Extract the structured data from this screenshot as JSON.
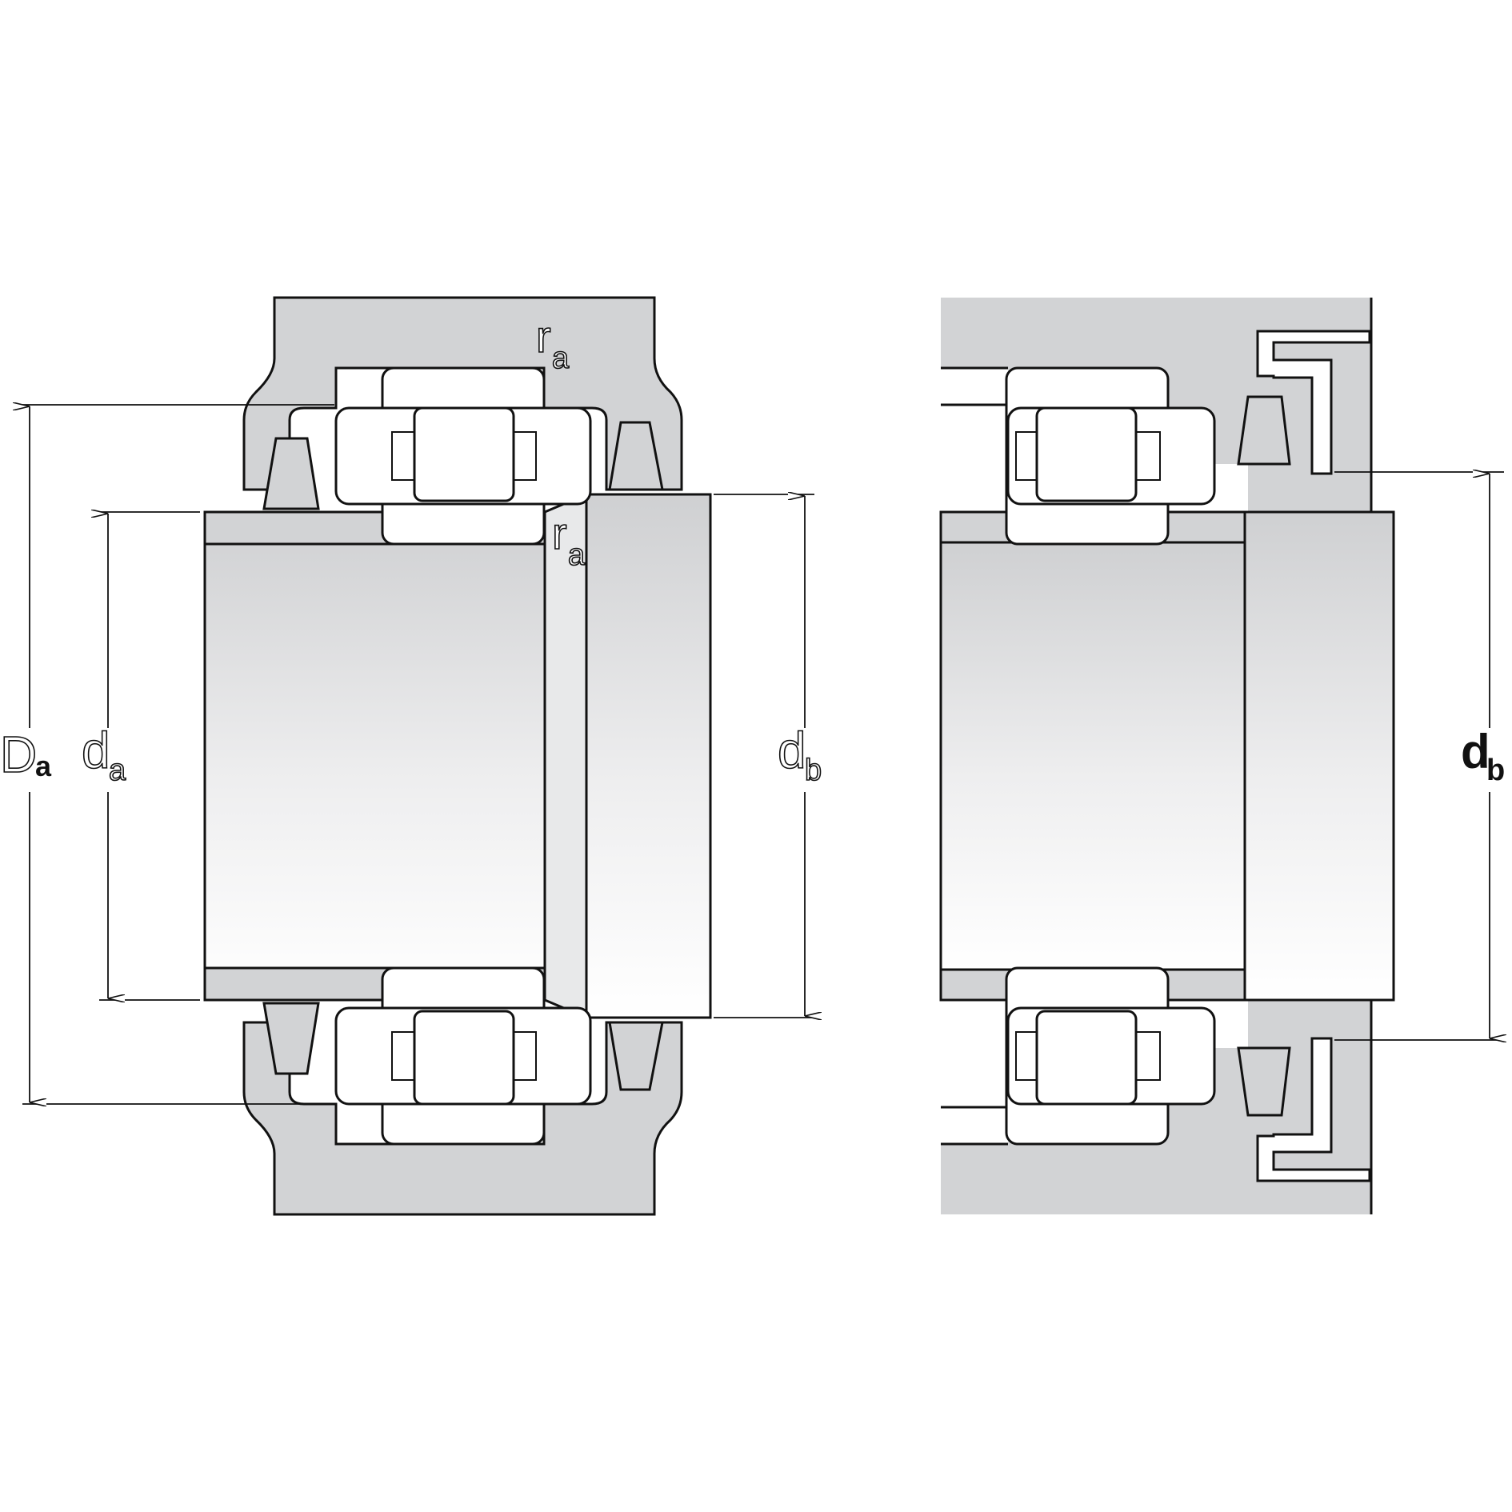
{
  "colors": {
    "housing": "#d2d3d5",
    "ring": "#e2e3e5",
    "roller": "#ffffff",
    "stroke": "#111111"
  },
  "left_view": {
    "dimensions": {
      "D": {
        "main": "D",
        "sub": "a"
      },
      "da": {
        "main": "d",
        "sub": "a"
      },
      "db": {
        "main": "d",
        "sub": "b"
      }
    },
    "radius_labels": [
      {
        "main": "r",
        "sub": "a"
      },
      {
        "main": "r",
        "sub": "a"
      }
    ]
  },
  "right_view": {
    "dimensions": {
      "db": {
        "main": "d",
        "sub": "b"
      }
    }
  }
}
